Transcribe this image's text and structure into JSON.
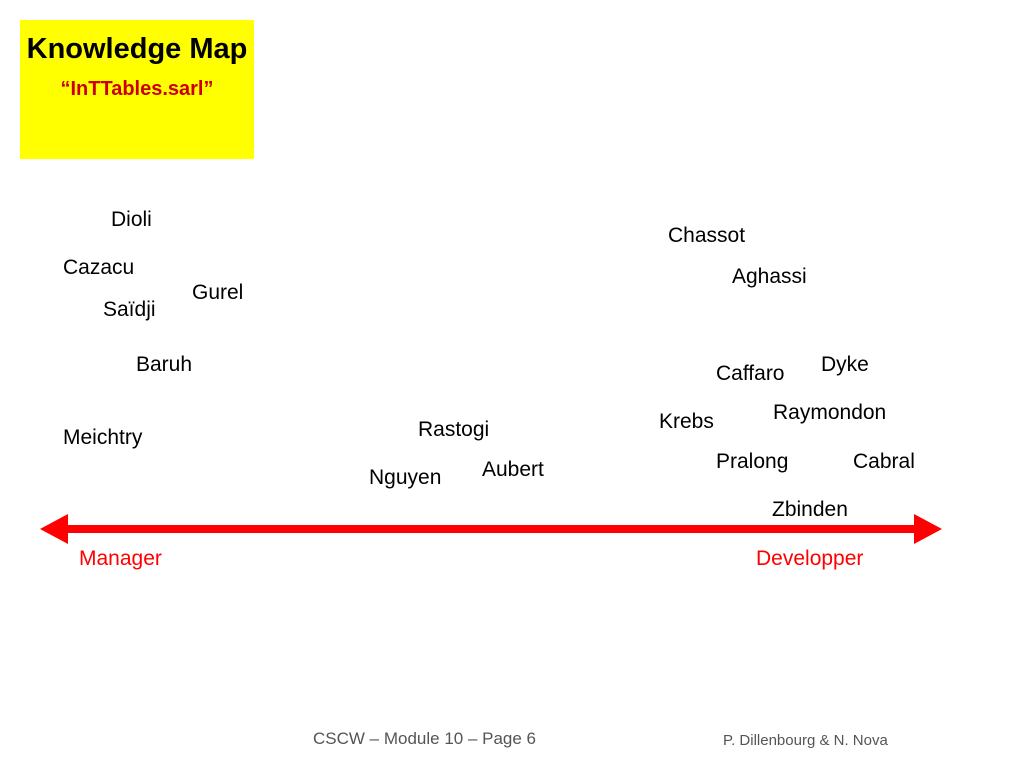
{
  "title": {
    "main": "Knowledge Map",
    "subtitle": "“InTTables.sarl”"
  },
  "names": {
    "dioli": "Dioli",
    "cazacu": "Cazacu",
    "gurel": "Gurel",
    "saidji": "Saïdji",
    "baruh": "Baruh",
    "meichtry": "Meichtry",
    "rastogi": "Rastogi",
    "nguyen": "Nguyen",
    "aubert": "Aubert",
    "chassot": "Chassot",
    "aghassi": "Aghassi",
    "caffaro": "Caffaro",
    "dyke": "Dyke",
    "raymondon": "Raymondon",
    "krebs": "Krebs",
    "pralong": "Pralong",
    "cabral": "Cabral",
    "zbinden": "Zbinden"
  },
  "axis": {
    "left_label": "Manager",
    "right_label": "Developper",
    "color": "#ff0000"
  },
  "footer": {
    "page": "CSCW – Module 10 – Page 6",
    "author": "P. Dillenbourg & N. Nova"
  },
  "colors": {
    "title_background": "#ffff00",
    "subtitle": "#cc0000",
    "axis_labels": "#ff0000"
  }
}
